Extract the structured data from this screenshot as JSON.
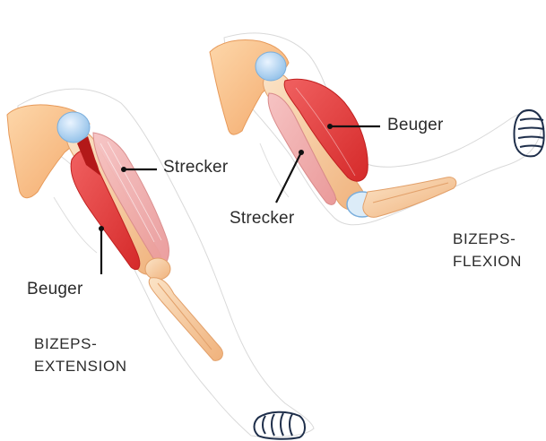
{
  "labels": {
    "extension_extensor": "Strecker",
    "extension_flexor": "Beuger",
    "flexion_flexor": "Beuger",
    "flexion_extensor": "Strecker"
  },
  "captions": {
    "extension_line1": "BIZEPS-",
    "extension_line2": "EXTENSION",
    "flexion_line1": "BIZEPS-",
    "flexion_line2": "FLEXION"
  }
}
